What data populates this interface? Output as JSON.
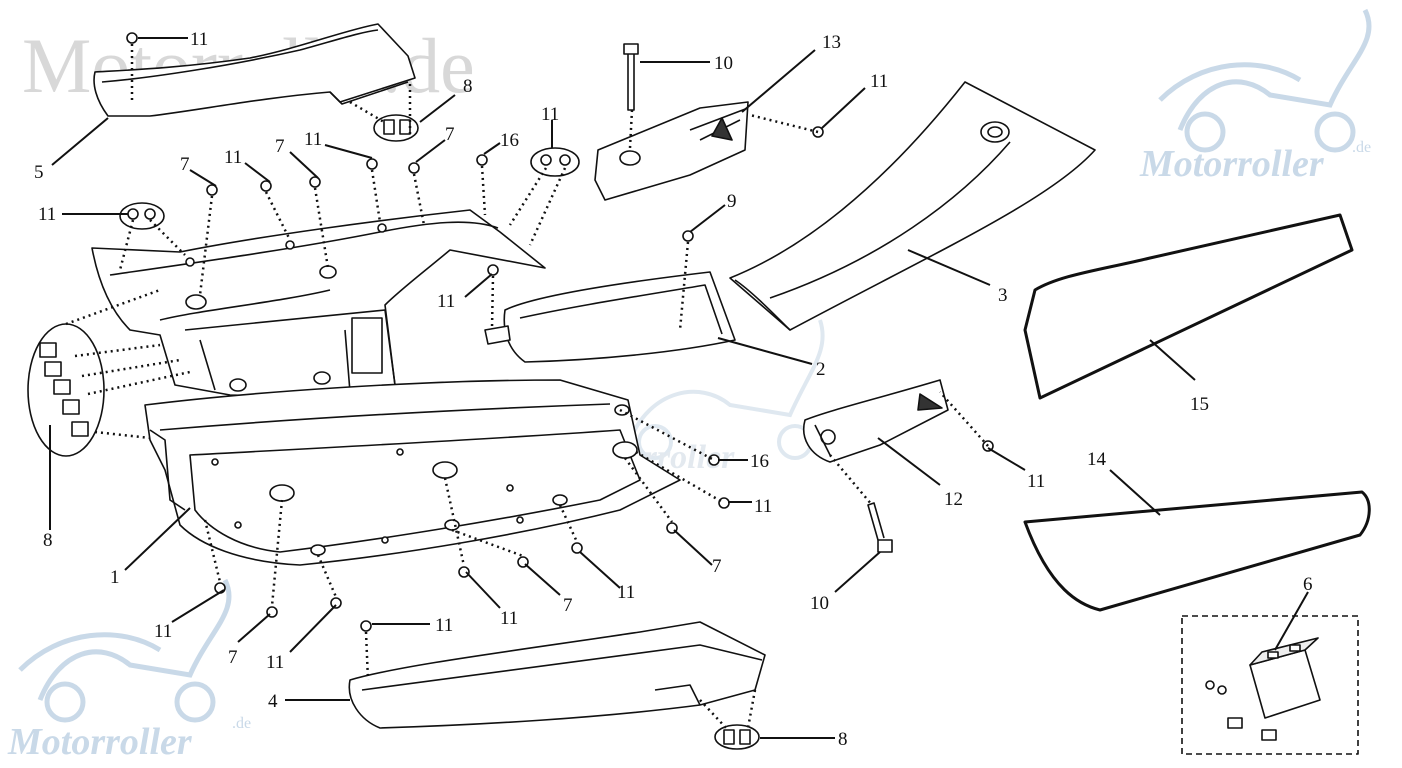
{
  "watermark": {
    "top_left": "Motorroller.de",
    "top_right_small": ".de",
    "top_right_big": "Motorroller",
    "bottom_left_small": ".de",
    "bottom_left_big": "Motorroller",
    "center": "Motorroller"
  },
  "callouts": [
    {
      "id": "c-11-a",
      "label": "11"
    },
    {
      "id": "c-5",
      "label": "5"
    },
    {
      "id": "c-8-a",
      "label": "8"
    },
    {
      "id": "c-10-a",
      "label": "10"
    },
    {
      "id": "c-13",
      "label": "13"
    },
    {
      "id": "c-11-b",
      "label": "11"
    },
    {
      "id": "c-7-a",
      "label": "7"
    },
    {
      "id": "c-11-c",
      "label": "11"
    },
    {
      "id": "c-7-b",
      "label": "7"
    },
    {
      "id": "c-11-d",
      "label": "11"
    },
    {
      "id": "c-7-c",
      "label": "7"
    },
    {
      "id": "c-16-a",
      "label": "16"
    },
    {
      "id": "c-11-e",
      "label": "11"
    },
    {
      "id": "c-11-f",
      "label": "11"
    },
    {
      "id": "c-9",
      "label": "9"
    },
    {
      "id": "c-3",
      "label": "3"
    },
    {
      "id": "c-11-g",
      "label": "11"
    },
    {
      "id": "c-2",
      "label": "2"
    },
    {
      "id": "c-15",
      "label": "15"
    },
    {
      "id": "c-16-b",
      "label": "16"
    },
    {
      "id": "c-12",
      "label": "12"
    },
    {
      "id": "c-11-h",
      "label": "11"
    },
    {
      "id": "c-11-i",
      "label": "11"
    },
    {
      "id": "c-14",
      "label": "14"
    },
    {
      "id": "c-7-d",
      "label": "7"
    },
    {
      "id": "c-1",
      "label": "1"
    },
    {
      "id": "c-8-b",
      "label": "8"
    },
    {
      "id": "c-11-j",
      "label": "11"
    },
    {
      "id": "c-7-e",
      "label": "7"
    },
    {
      "id": "c-11-k",
      "label": "11"
    },
    {
      "id": "c-11-l",
      "label": "11"
    },
    {
      "id": "c-10-b",
      "label": "10"
    },
    {
      "id": "c-6",
      "label": "6"
    },
    {
      "id": "c-11-m",
      "label": "11"
    },
    {
      "id": "c-7-f",
      "label": "7"
    },
    {
      "id": "c-11-n",
      "label": "11"
    },
    {
      "id": "c-11-o",
      "label": "11"
    },
    {
      "id": "c-4",
      "label": "4"
    },
    {
      "id": "c-8-c",
      "label": "8"
    }
  ]
}
